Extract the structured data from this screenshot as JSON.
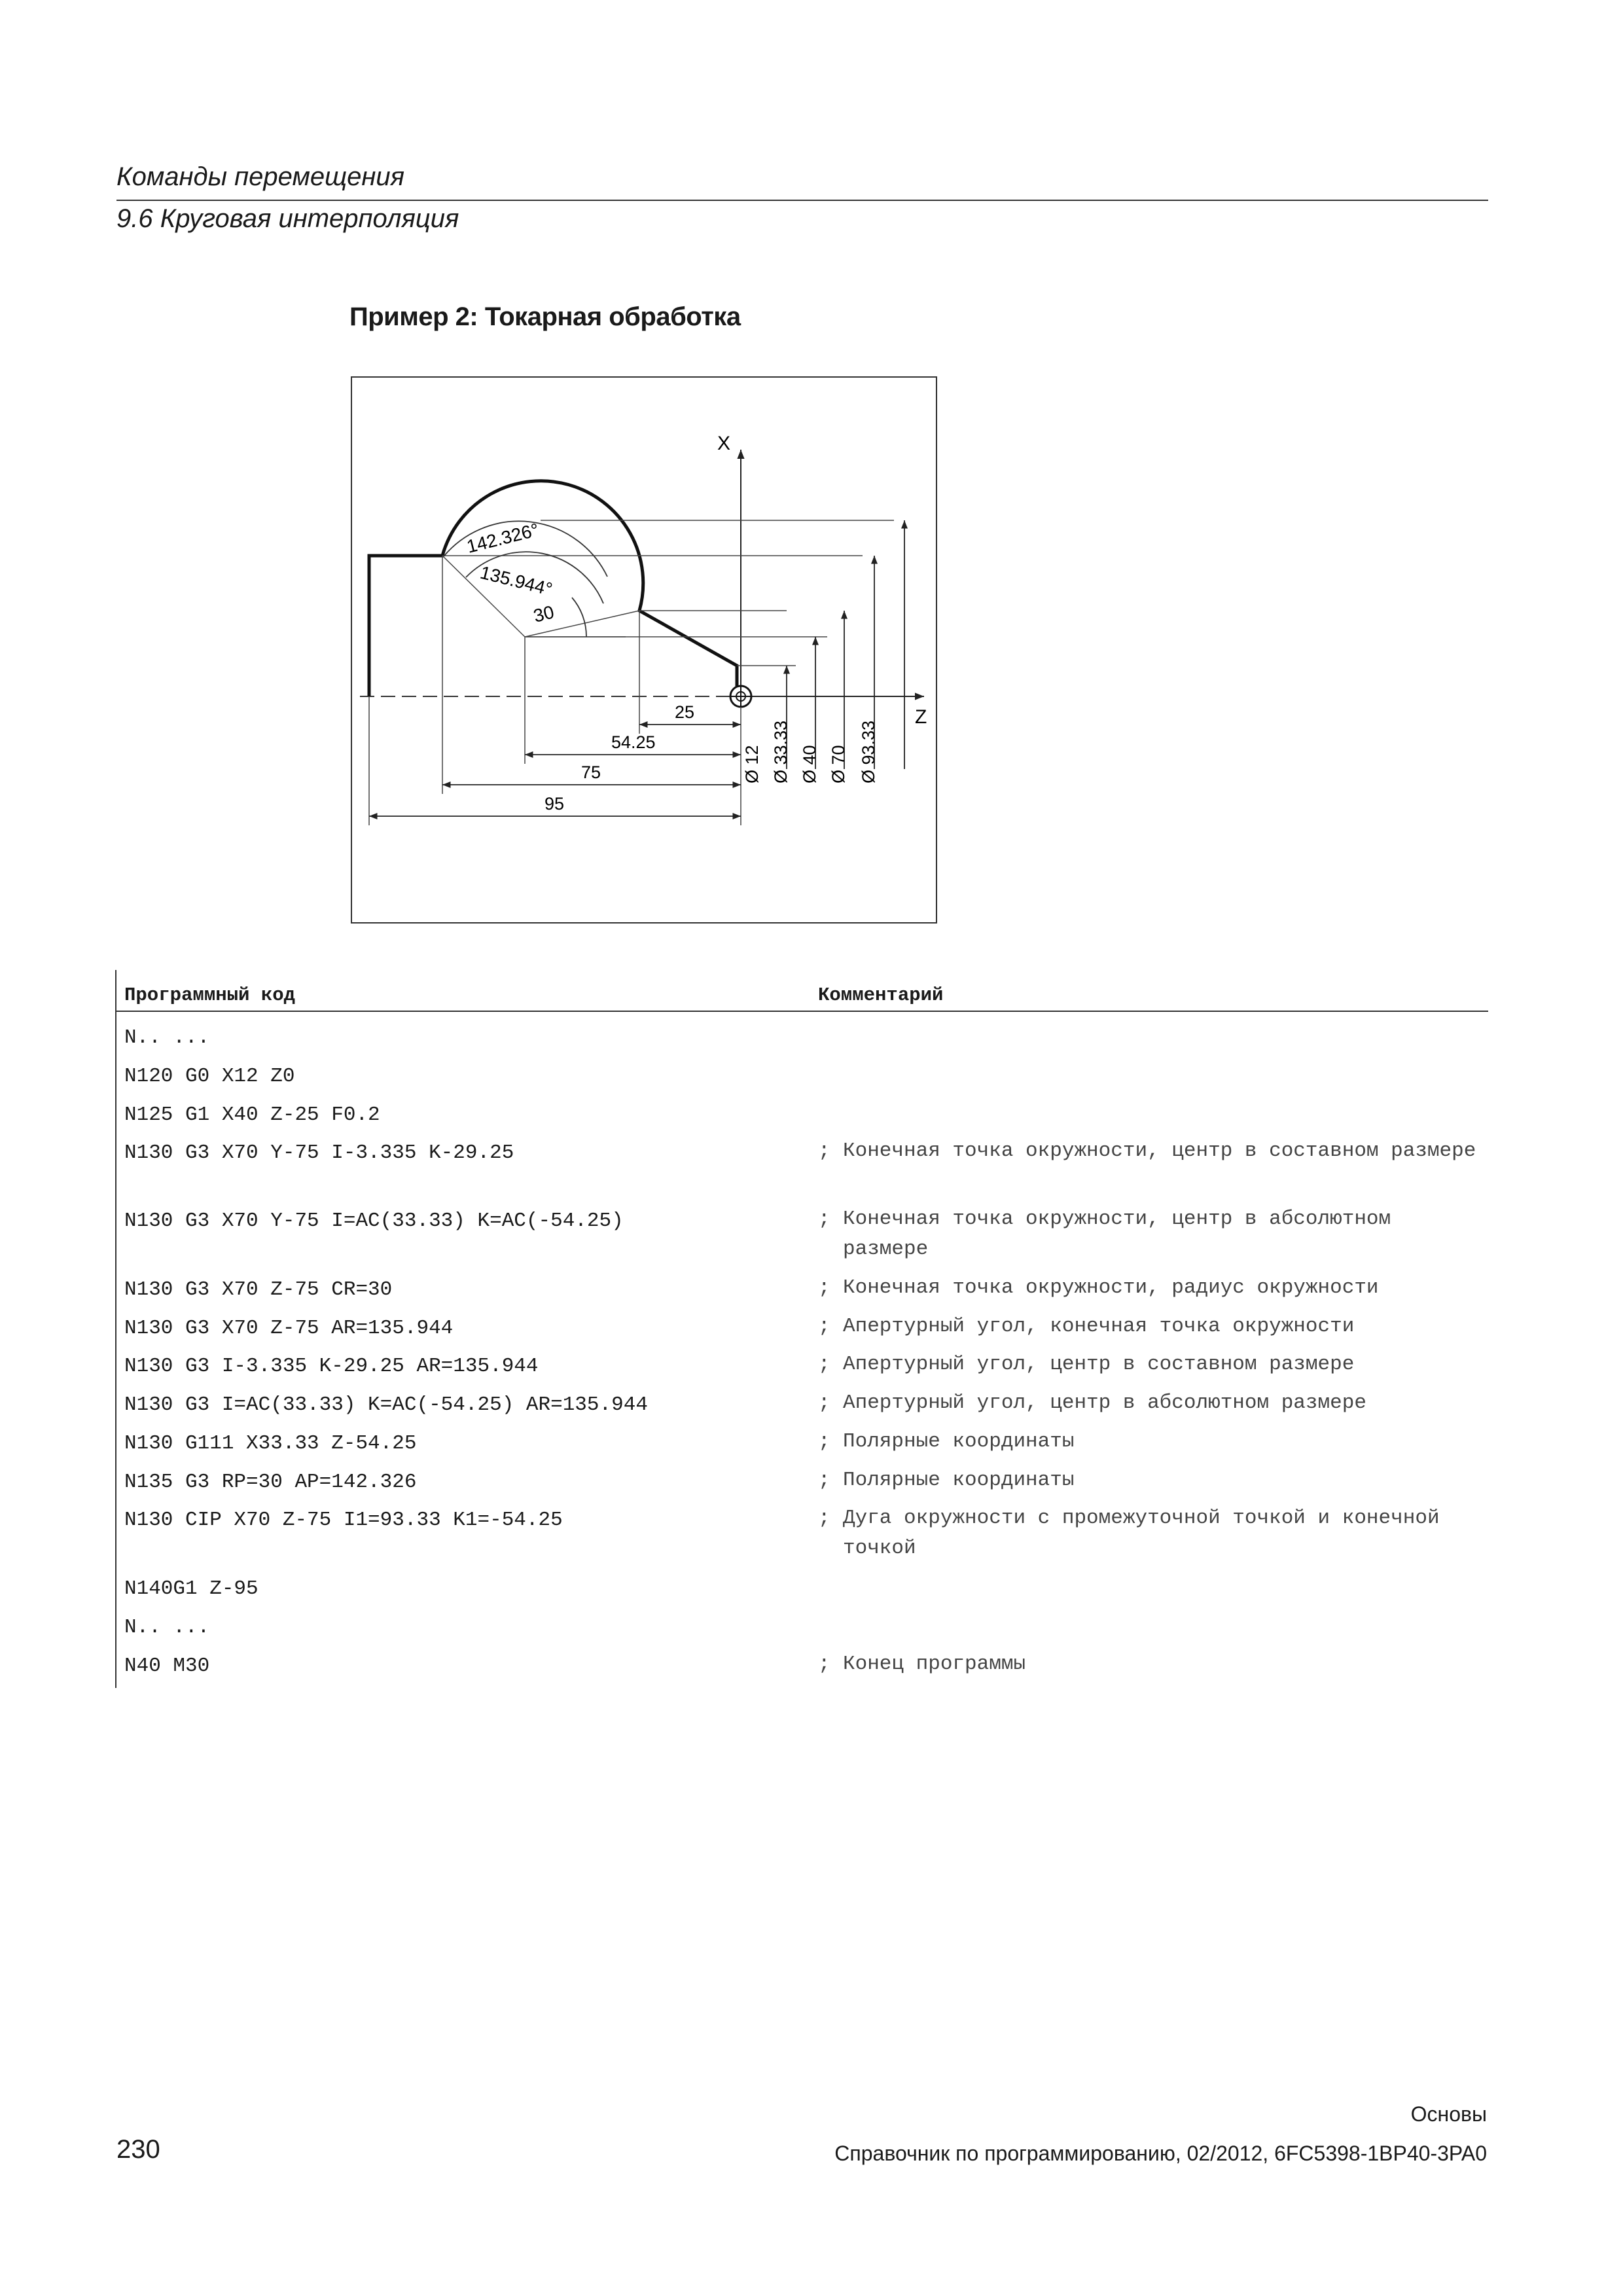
{
  "header": {
    "section": "Команды перемещения",
    "subsection": "9.6 Круговая интерполяция"
  },
  "example_title": "Пример 2: Токарная обработка",
  "figure": {
    "axis_x": "X",
    "axis_z": "Z",
    "angle_1": "142.326°",
    "angle_2": "135.944°",
    "radius": "30",
    "dims_z": [
      "25",
      "54.25",
      "75",
      "95"
    ],
    "dims_d": [
      "Ø 12",
      "Ø 33.33",
      "Ø 40",
      "Ø 70",
      "Ø 93.33"
    ]
  },
  "table": {
    "col_code": "Программный код",
    "col_comment": "Комментарий",
    "rows": [
      {
        "code": "N.. ...",
        "comment": ""
      },
      {
        "code": "N120 G0 X12 Z0",
        "comment": ""
      },
      {
        "code": "N125 G1 X40 Z-25 F0.2",
        "comment": ""
      },
      {
        "code": "N130 G3 X70 Y-75 I-3.335 K-29.25",
        "comment": "Конечная точка окружности, центр в составном размере"
      },
      {
        "code": "N130 G3 X70 Y-75 I=AC(33.33) K=AC(-54.25)",
        "comment": "Конечная точка окружности, центр в абсолютном размере"
      },
      {
        "code": "N130 G3 X70 Z-75 CR=30",
        "comment": "Конечная точка окружности, радиус окружности"
      },
      {
        "code": "N130 G3 X70 Z-75 AR=135.944",
        "comment": "Апертурный угол, конечная точка окружности"
      },
      {
        "code": "N130 G3 I-3.335 K-29.25 AR=135.944",
        "comment": "Апертурный угол, центр в составном размере"
      },
      {
        "code": "N130 G3 I=AC(33.33) K=AC(-54.25) AR=135.944",
        "comment": "Апертурный угол, центр в абсолютном размере"
      },
      {
        "code": "N130 G111 X33.33 Z-54.25",
        "comment": "Полярные координаты"
      },
      {
        "code": "N135 G3 RP=30 AP=142.326",
        "comment": "Полярные координаты"
      },
      {
        "code": "N130 CIP X70 Z-75 I1=93.33 K1=-54.25",
        "comment": "Дуга окружности с промежуточной точкой и конечной точкой"
      },
      {
        "code": "N140G1 Z-95",
        "comment": ""
      },
      {
        "code": "N.. ...",
        "comment": ""
      },
      {
        "code": "N40 M30",
        "comment": "Конец программы"
      }
    ],
    "comment_marker": ";"
  },
  "footer": {
    "book": "Основы",
    "page_number": "230",
    "reference": "Справочник по программированию, 02/2012, 6FC5398-1BP40-3PA0"
  }
}
